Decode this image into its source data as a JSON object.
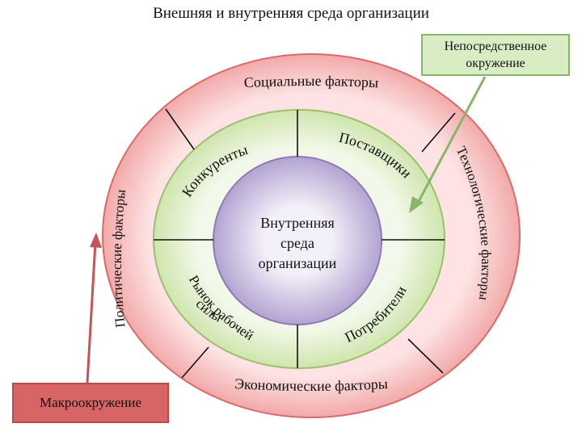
{
  "title": "Внешняя и внутренняя среда организации",
  "center": {
    "line1": "Внутренняя",
    "line2": "среда",
    "line3": "организации"
  },
  "middle_ring": {
    "competitors": "Конкуренты",
    "suppliers": "Поставщики",
    "labor_market_line1": "Рынок рабочей",
    "labor_market_line2": "силы",
    "consumers": "Потребители"
  },
  "outer_ring": {
    "social": "Социальные факторы",
    "economic": "Экономические факторы",
    "political": "Политические факторы",
    "technological": "Технологические факторы"
  },
  "callouts": {
    "immediate_line1": "Непосредственное",
    "immediate_line2": "окружение",
    "macro": "Макроокружение"
  },
  "colors": {
    "outer_fill": "#f5bcbc",
    "outer_stroke": "#d86b6b",
    "middle_fill": "#e6f2d3",
    "middle_stroke": "#9cc06e",
    "inner_fill": "#d6cce6",
    "inner_stroke": "#8e7bb5",
    "green_arrow": "#8ab46a",
    "red_arrow": "#c25555"
  }
}
